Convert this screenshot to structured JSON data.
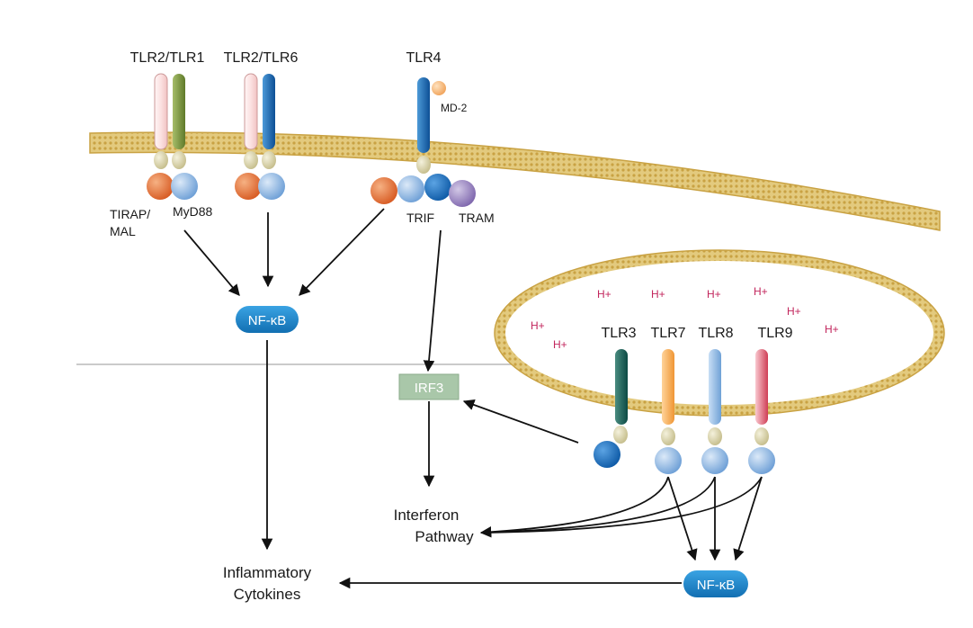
{
  "receptors": {
    "tlr2_tlr1": "TLR2/TLR1",
    "tlr2_tlr6": "TLR2/TLR6",
    "tlr4": "TLR4",
    "md2": "MD-2",
    "tlr3": "TLR3",
    "tlr7": "TLR7",
    "tlr8": "TLR8",
    "tlr9": "TLR9"
  },
  "adaptors": {
    "tirap_line1": "TIRAP/",
    "tirap_line2": "MAL",
    "myd88": "MyD88",
    "trif": "TRIF",
    "tram": "TRAM"
  },
  "nodes": {
    "nfkb_top": "NF-κB",
    "nfkb_bottom": "NF-κB",
    "irf3": "IRF3"
  },
  "outputs": {
    "interferon_line1": "Interferon",
    "interferon_line2": "Pathway",
    "inflammatory_line1": "Inflammatory",
    "inflammatory_line2": "Cytokines"
  },
  "protons": [
    "H+",
    "H+",
    "H+",
    "H+",
    "H+",
    "H+",
    "H+",
    "H+"
  ],
  "colors": {
    "membrane": "#d8bd6a",
    "membrane_dots": "#c9a243",
    "nfkb_fill": "#1d88c9",
    "irf3_fill": "#a9c7a9",
    "proton": "#c2255c",
    "adaptor_orange": "#e0773f",
    "adaptor_blue": "#8db6e2",
    "adaptor_darkblue": "#1469b5",
    "adaptor_purple": "#9a86c0",
    "tir_beige": "#dcd7b2"
  }
}
